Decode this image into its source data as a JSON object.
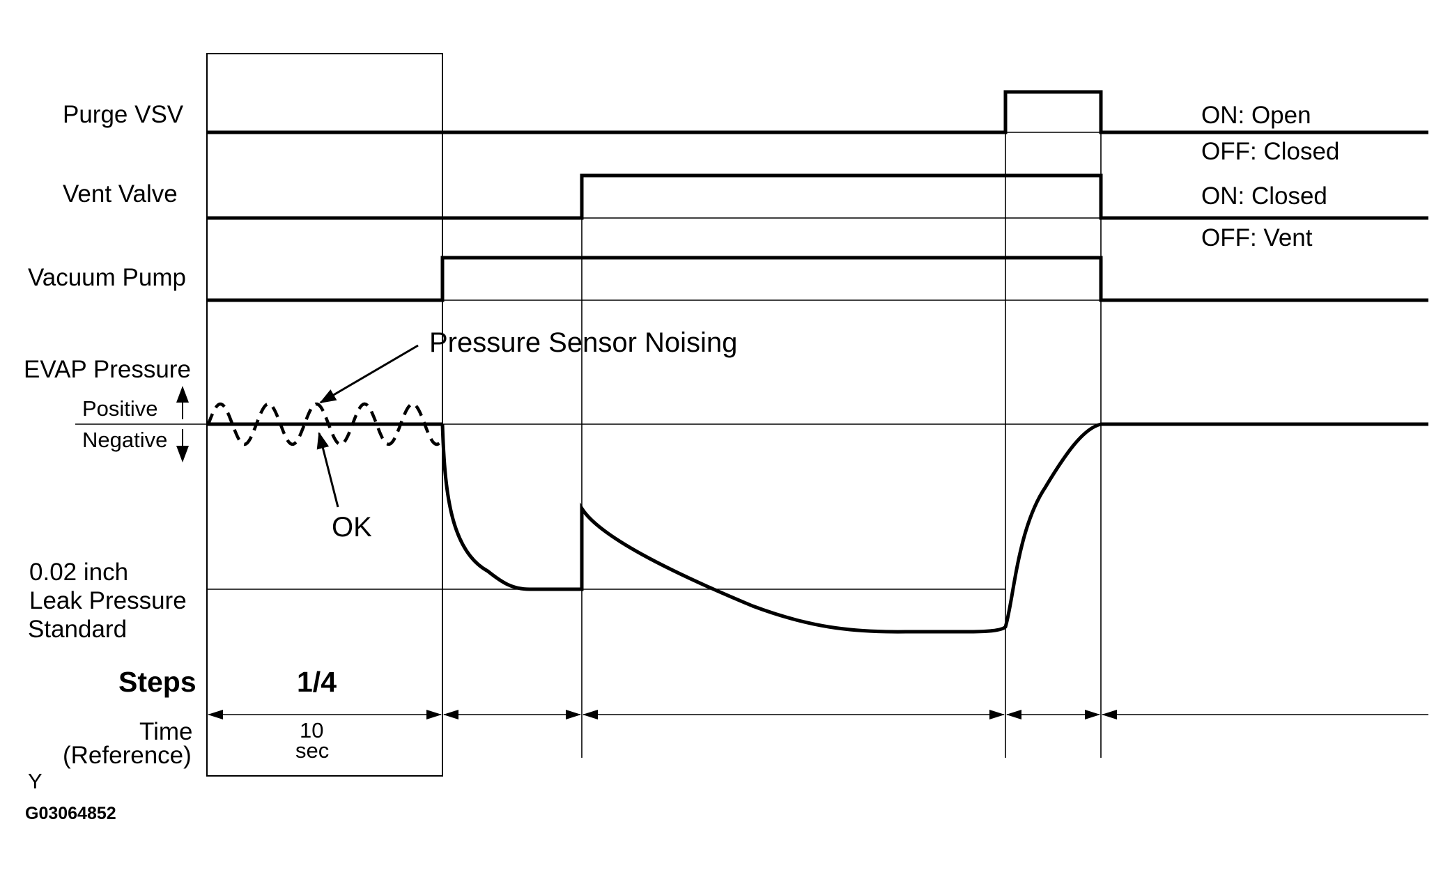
{
  "signals": {
    "purge_vsv": "Purge VSV",
    "vent_valve": "Vent Valve",
    "vacuum_pump": "Vacuum Pump",
    "evap_pressure": "EVAP Pressure"
  },
  "states": {
    "purge_on": "ON: Open",
    "purge_off": "OFF: Closed",
    "vent_on": "ON: Closed",
    "vent_off": "OFF: Vent"
  },
  "pressure": {
    "positive": "Positive",
    "negative": "Negative",
    "leak_line1": "0.02 inch",
    "leak_line2": "Leak Pressure",
    "leak_line3": "Standard"
  },
  "annotations": {
    "noise": "Pressure Sensor Noising",
    "ok": "OK"
  },
  "steps": {
    "label": "Steps",
    "step1": "1/4"
  },
  "time": {
    "label_line1": "Time",
    "label_line2": "(Reference)",
    "step1_value": "10",
    "step1_unit": "sec"
  },
  "footer": {
    "letter": "Y",
    "figure_id": "G03064852"
  }
}
